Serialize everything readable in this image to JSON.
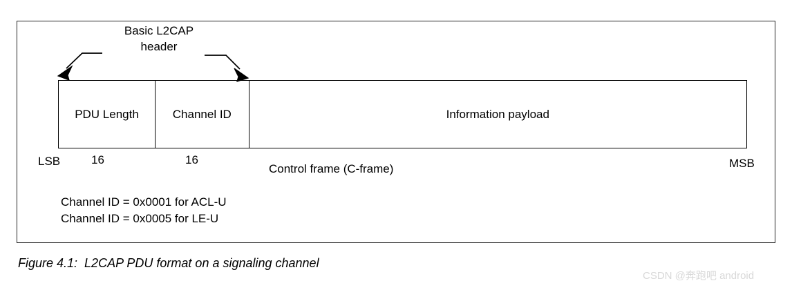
{
  "figure": {
    "caption": "Figure 4.1:  L2CAP PDU format on a signaling channel",
    "header_annotation": "Basic L2CAP\nheader"
  },
  "packet": {
    "fields": [
      {
        "label": "PDU Length",
        "bits": "16"
      },
      {
        "label": "Channel ID",
        "bits": "16"
      },
      {
        "label": "Information payload",
        "bits": ""
      }
    ],
    "lsb_label": "LSB",
    "msb_label": "MSB",
    "frame_label": "Control frame (C-frame)"
  },
  "notes": [
    "Channel ID = 0x0001 for ACL-U",
    "Channel ID = 0x0005 for LE-U"
  ],
  "watermark": {
    "text": "CSDN @奔跑吧 android"
  },
  "colors": {
    "stroke": "#000000",
    "frame_stroke": "#222222",
    "background": "#ffffff",
    "watermark": "#d8d8d8"
  }
}
